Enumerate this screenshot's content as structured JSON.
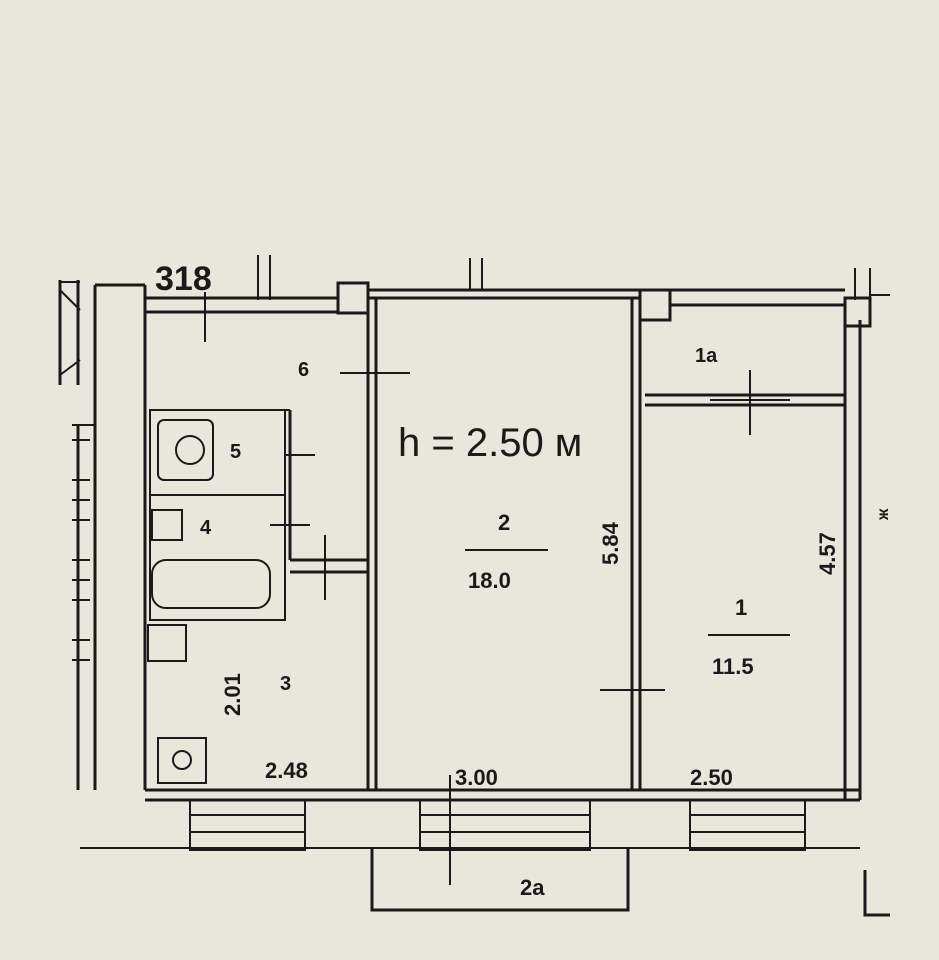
{
  "plan": {
    "ceiling_height": "h = 2.50 м",
    "plot_number": "318",
    "rooms": [
      {
        "id": "1",
        "area": "11.5",
        "width": "2.50",
        "length": "4.57"
      },
      {
        "id": "2",
        "area": "18.0",
        "width": "3.00",
        "length": "5.84"
      },
      {
        "id": "3",
        "width": "2.48",
        "length": "2.01"
      },
      {
        "id": "4"
      },
      {
        "id": "5"
      },
      {
        "id": "6"
      },
      {
        "id": "1a"
      },
      {
        "id": "2a"
      }
    ],
    "side_mark": "ж"
  }
}
